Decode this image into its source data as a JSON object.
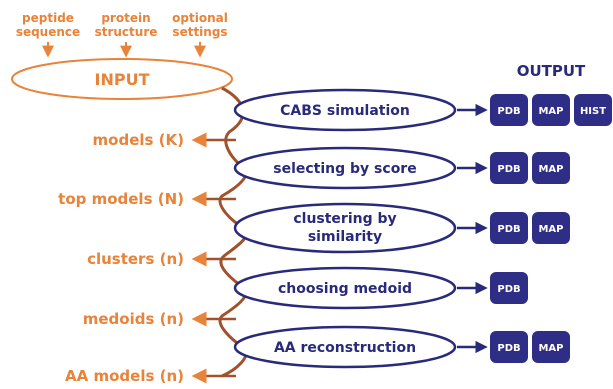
{
  "colors": {
    "orange": "#e8833a",
    "flow_brown": "#a0522d",
    "navy": "#2a2a7a",
    "badge_fill": "#2e2e86",
    "background": "#ffffff"
  },
  "inputs": {
    "peptide_line1": "peptide",
    "peptide_line2": "sequence",
    "protein_line1": "protein",
    "protein_line2": "structure",
    "optional_line1": "optional",
    "optional_line2": "settings"
  },
  "input_label": "INPUT",
  "output_label": "OUTPUT",
  "steps": [
    {
      "line1": "CABS simulation",
      "line2": "",
      "outputs": [
        "PDB",
        "MAP",
        "HIST"
      ]
    },
    {
      "line1": "selecting by score",
      "line2": "",
      "outputs": [
        "PDB",
        "MAP"
      ]
    },
    {
      "line1": "clustering by",
      "line2": "similarity",
      "outputs": [
        "PDB",
        "MAP"
      ]
    },
    {
      "line1": "choosing medoid",
      "line2": "",
      "outputs": [
        "PDB"
      ]
    },
    {
      "line1": "AA reconstruction",
      "line2": "",
      "outputs": [
        "PDB",
        "MAP"
      ]
    }
  ],
  "results": [
    "models (K)",
    "top models (N)",
    "clusters (n)",
    "medoids (n)",
    "AA models (n)"
  ]
}
